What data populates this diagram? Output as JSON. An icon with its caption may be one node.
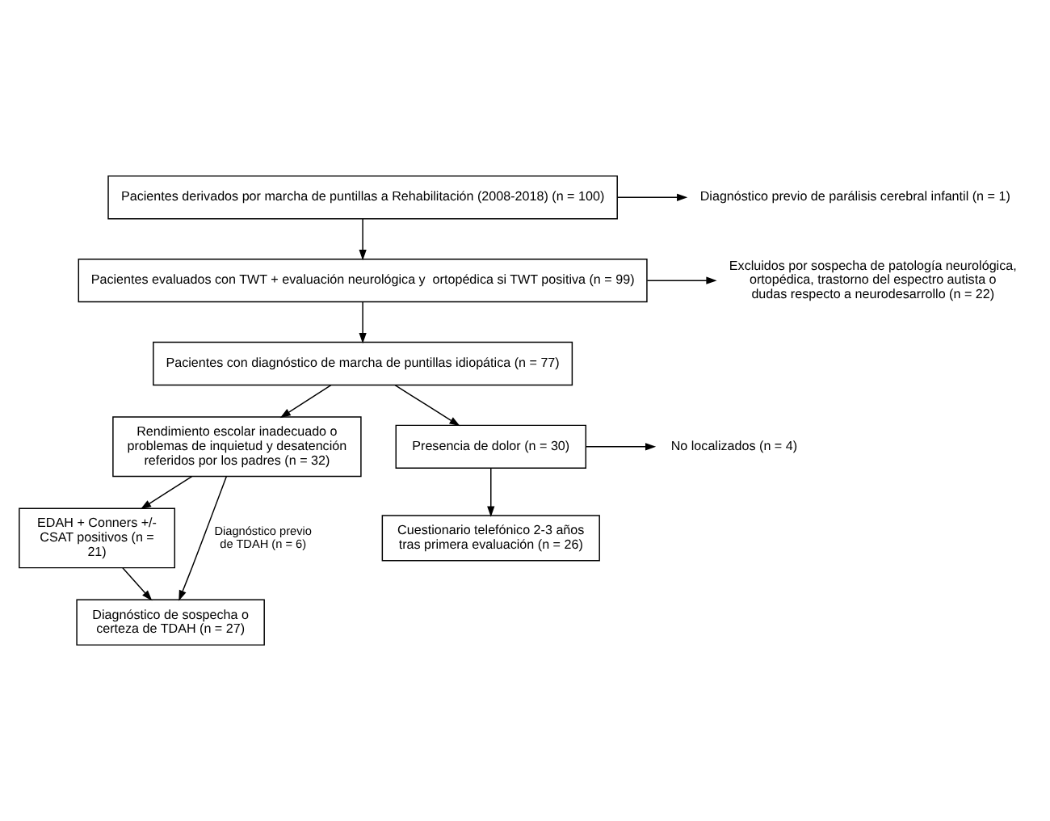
{
  "diagram": {
    "nodes": [
      {
        "text": [
          "Pacientes derivados por marcha de puntillas a Rehabilitación (2008-2018) (n = 100)"
        ]
      },
      {
        "text": [
          "Diagnóstico previo de parálisis cerebral infantil (n = 1)"
        ]
      },
      {
        "text": [
          "Pacientes evaluados con TWT + evaluación neurológica y  ortopédica si TWT positiva (n = 99)"
        ]
      },
      {
        "text": [
          "Excluidos por sospecha de patología neurológica, ortopédica, trastorno del espectro autista o dudas respecto a neurodesarrollo (n = 22)"
        ]
      },
      {
        "text": [
          "Pacientes con diagnóstico de marcha de puntillas idiopática (n = 77)"
        ]
      },
      {
        "text": [
          "Rendimiento escolar inadecuado o problemas de inquietud y desatención referidos por los padres (n = 32)"
        ]
      },
      {
        "text": [
          "Presencia de dolor (n = 30)"
        ]
      },
      {
        "text": [
          "EDAH + Conners +/- CSAT positivos (n = 21)"
        ]
      },
      {
        "text": [
          "No localizados (n = 4)"
        ]
      },
      {
        "text": [
          "Cuestionario telefónico 2-3 años tras primera evaluación (n = 26)"
        ]
      },
      {
        "text": [
          "Diagnóstico de sospecha o certeza de TDAH (n = 27)"
        ]
      }
    ],
    "edges": [
      {
        "from": 0,
        "to": 1,
        "arrow": "to"
      },
      {
        "from": 0,
        "to": 2,
        "arrow": "to"
      },
      {
        "from": 2,
        "to": 3,
        "arrow": "to"
      },
      {
        "from": 2,
        "to": 4,
        "arrow": "to"
      },
      {
        "from": 4,
        "to": 5,
        "arrow": "to"
      },
      {
        "from": 4,
        "to": 6,
        "arrow": "to"
      },
      {
        "from": 5,
        "to": 10,
        "arrow": "to",
        "label": "Diagnóstico previo de TDAH (n = 6)"
      },
      {
        "from": 5,
        "to": 7,
        "arrow": "to"
      },
      {
        "from": 7,
        "to": 10,
        "arrow": "to"
      },
      {
        "from": 6,
        "to": 8,
        "arrow": "to"
      },
      {
        "from": 6,
        "to": 9,
        "arrow": "to"
      }
    ]
  }
}
